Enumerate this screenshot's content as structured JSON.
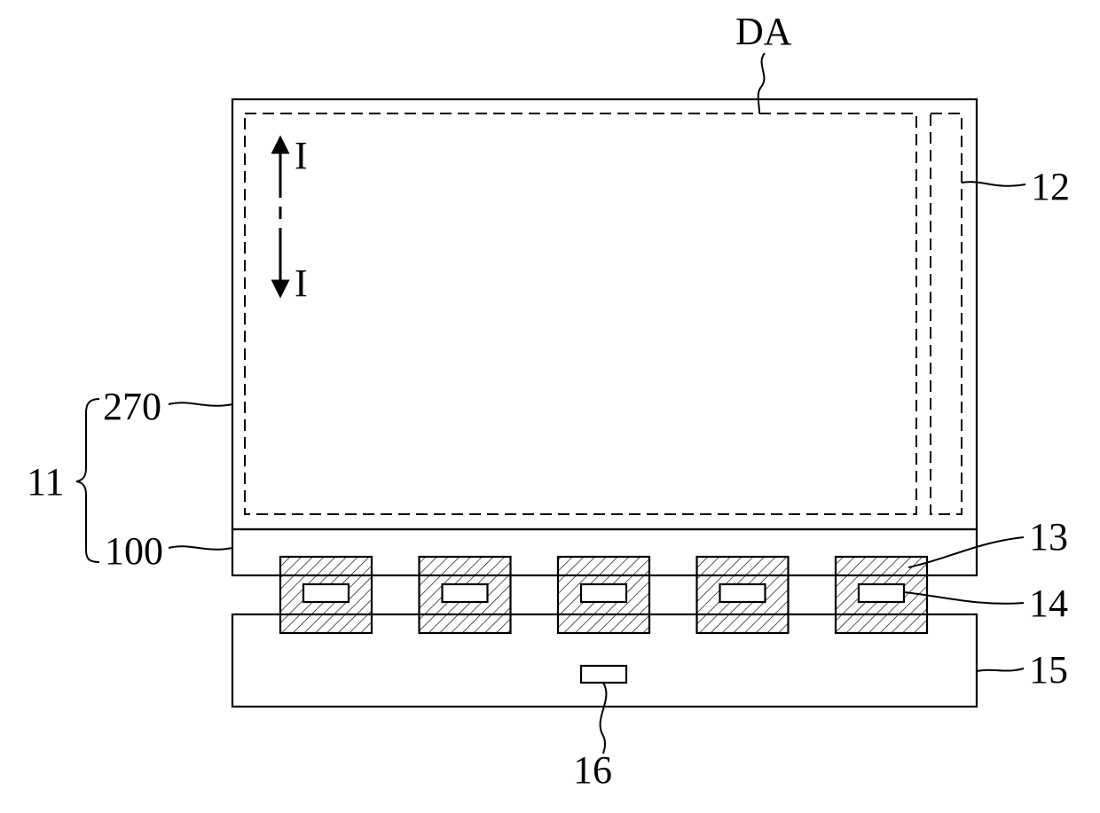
{
  "labels": {
    "display_area": "DA",
    "section_top": "I",
    "section_bottom": "I",
    "ref_12": "12",
    "ref_13": "13",
    "ref_14": "14",
    "ref_15": "15",
    "ref_16": "16",
    "ref_11": "11",
    "ref_270": "270",
    "ref_100": "100"
  },
  "chips_count": 5
}
